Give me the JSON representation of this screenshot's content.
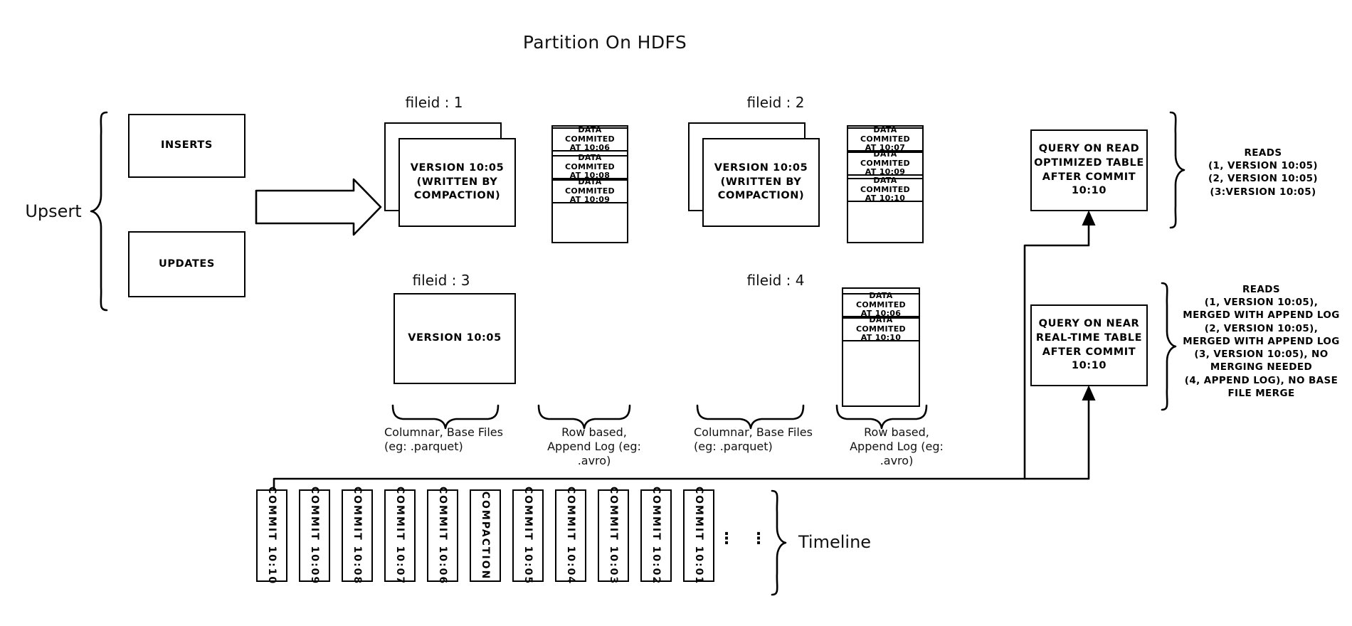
{
  "title": "Partition On HDFS",
  "left": {
    "upsert_label": "Upsert",
    "inserts_label": "INSERTS",
    "updates_label": "UPDATES",
    "commit_arrow_label": "Commit 10:10"
  },
  "file_groups": [
    {
      "id": "fileid-1",
      "header": "fileid : 1",
      "base_file": "VERSION 10:05\n(WRITTEN BY\nCOMPACTION)",
      "base_file_stacked": true,
      "log_blocks": [
        "DATA COMMITED\nAT 10:06",
        "DATA COMMITED\nAT 10:08",
        "DATA COMMITED\nAT 10:09"
      ]
    },
    {
      "id": "fileid-2",
      "header": "fileid : 2",
      "base_file": "VERSION 10:05\n(WRITTEN BY\nCOMPACTION)",
      "base_file_stacked": true,
      "log_blocks": [
        "DATA COMMITED\nAT 10:07",
        "DATA COMMITED\nAT 10:09",
        "DATA COMMITED\nAT 10:10"
      ]
    },
    {
      "id": "fileid-3",
      "header": "fileid : 3",
      "base_file": "VERSION 10:05",
      "base_file_stacked": false,
      "log_blocks": []
    },
    {
      "id": "fileid-4",
      "header": "fileid : 4",
      "base_file": null,
      "base_file_stacked": false,
      "log_blocks": [
        "DATA COMMITED\nAT 10:06",
        "DATA COMMITED\nAT 10:10"
      ]
    }
  ],
  "legend": {
    "base_left": "Columnar, Base Files\n(eg: .parquet)",
    "log_left": "Row based,\nAppend Log  (eg:\n.avro)",
    "base_right": "Columnar, Base Files\n(eg: .parquet)",
    "log_right": "Row based,\nAppend Log  (eg:\n.avro)"
  },
  "queries": [
    {
      "id": "query-read-optimized",
      "box": "QUERY ON READ\nOPTIMIZED TABLE\nAFTER COMMIT\n10:10",
      "reads": "READS\n(1, VERSION 10:05)\n(2, VERSION 10:05)\n(3:VERSION 10:05)"
    },
    {
      "id": "query-near-real-time",
      "box": "QUERY ON NEAR\nREAL-TIME TABLE\nAFTER COMMIT\n10:10",
      "reads": "READS\n(1, VERSION 10:05),\nMERGED WITH APPEND LOG\n(2, VERSION 10:05),\nMERGED WITH APPEND LOG\n(3, VERSION 10:05), NO\nMERGING NEEDED\n(4, APPEND LOG), NO BASE\nFILE MERGE"
    }
  ],
  "timeline": {
    "label": "Timeline",
    "ellipsis": [
      "⋮",
      "⋮"
    ],
    "entries": [
      "COMMIT  10:10",
      "COMMIT  10:09",
      "COMMIT  10:08",
      "COMMIT  10:07",
      "COMMIT  10:06",
      "COMPACTION",
      "COMMIT  10:05",
      "COMMIT  10:04",
      "COMMIT  10:03",
      "COMMIT  10:02",
      "COMMIT  10:01"
    ]
  },
  "colors": {
    "stroke": "#000000",
    "background": "#ffffff",
    "text": "#111111"
  }
}
